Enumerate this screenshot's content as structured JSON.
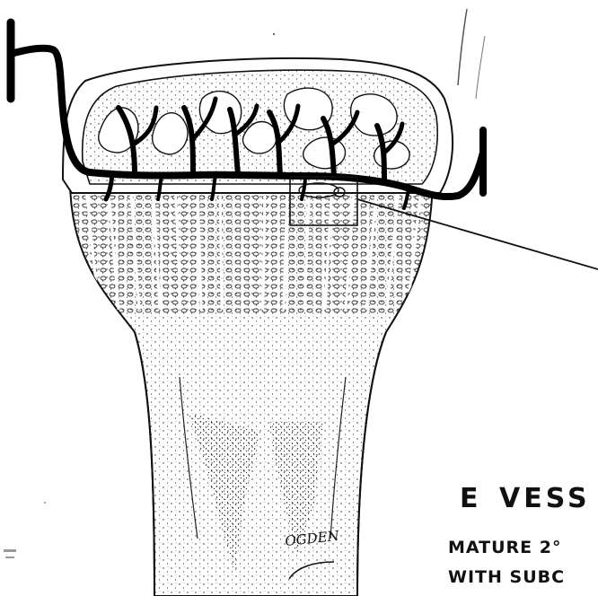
{
  "figure": {
    "panel_label": "E",
    "title_fragment": "VESS",
    "caption_line1": "MATURE 2°",
    "caption_line2": "WITH  SUBC",
    "signature": "OGDEN"
  },
  "colors": {
    "ink": "#111111",
    "paper": "#ffffff",
    "cartilage_fill": "#f4f4f4"
  }
}
